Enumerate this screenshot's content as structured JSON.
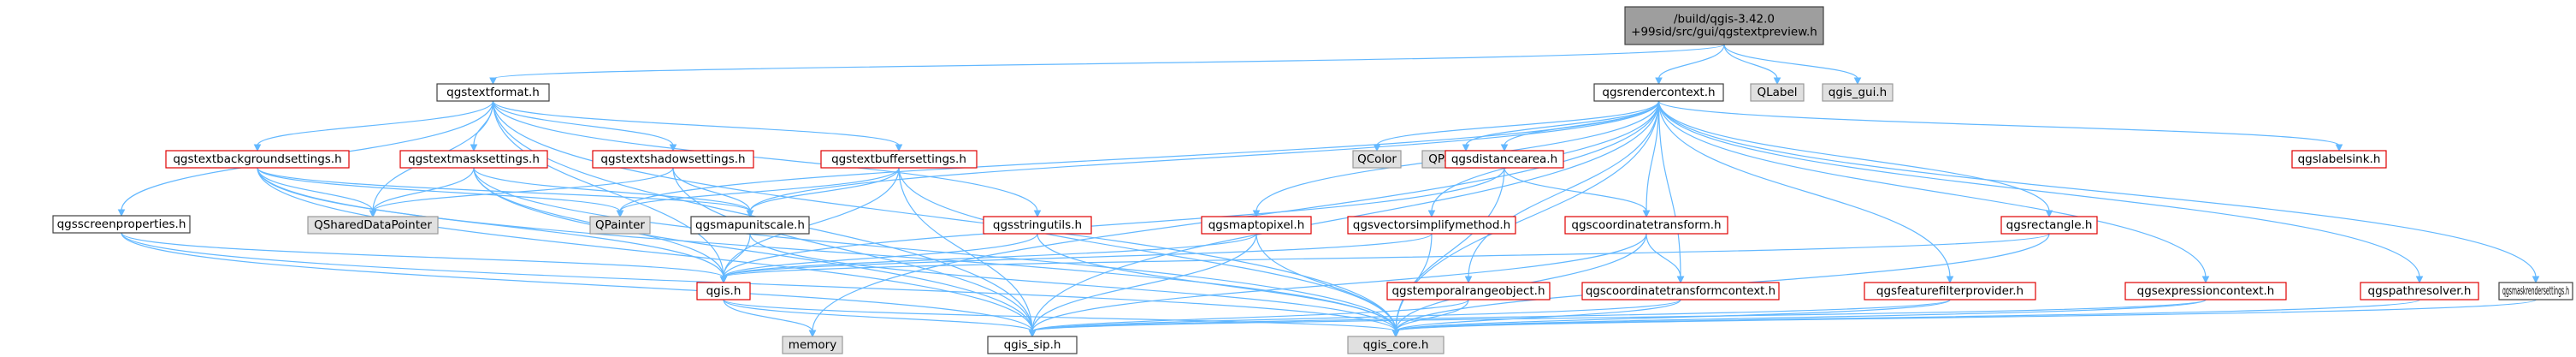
{
  "nodes": [
    {
      "id": "root",
      "style": "root",
      "lines": [
        "/build/qgis-3.42.0",
        "+99sid/src/gui/qgstextpreview.h"
      ]
    },
    {
      "id": "textformat",
      "style": "normal",
      "lines": [
        "qgstextformat.h"
      ]
    },
    {
      "id": "rendercontext",
      "style": "normal",
      "lines": [
        "qgsrendercontext.h"
      ]
    },
    {
      "id": "qlabel",
      "style": "grey",
      "lines": [
        "QLabel"
      ]
    },
    {
      "id": "qgisgui",
      "style": "grey",
      "lines": [
        "qgis_gui.h"
      ]
    },
    {
      "id": "bgsettings",
      "style": "red",
      "lines": [
        "qgstextbackgroundsettings.h"
      ]
    },
    {
      "id": "masksettings",
      "style": "red",
      "lines": [
        "qgstextmasksettings.h"
      ]
    },
    {
      "id": "shadowsettings",
      "style": "red",
      "lines": [
        "qgstextshadowsettings.h"
      ]
    },
    {
      "id": "buffersettings",
      "style": "red",
      "lines": [
        "qgstextbuffersettings.h"
      ]
    },
    {
      "id": "qcolor",
      "style": "grey",
      "lines": [
        "QColor"
      ]
    },
    {
      "id": "qpainterpath",
      "style": "grey",
      "lines": [
        "QPainterPath"
      ]
    },
    {
      "id": "distancearea",
      "style": "red",
      "lines": [
        "qgsdistancearea.h"
      ]
    },
    {
      "id": "labelsink",
      "style": "red",
      "lines": [
        "qgslabelsink.h"
      ]
    },
    {
      "id": "screenprops",
      "style": "normal",
      "lines": [
        "qgsscreenproperties.h"
      ]
    },
    {
      "id": "qshared",
      "style": "grey",
      "lines": [
        "QSharedDataPointer"
      ]
    },
    {
      "id": "qpainter",
      "style": "grey",
      "lines": [
        "QPainter"
      ]
    },
    {
      "id": "mapunitscale",
      "style": "normal",
      "lines": [
        "qgsmapunitscale.h"
      ]
    },
    {
      "id": "stringutils",
      "style": "red",
      "lines": [
        "qgsstringutils.h"
      ]
    },
    {
      "id": "maptopixel",
      "style": "red",
      "lines": [
        "qgsmaptopixel.h"
      ]
    },
    {
      "id": "vectorsimplify",
      "style": "red",
      "lines": [
        "qgsvectorsimplifymethod.h"
      ]
    },
    {
      "id": "coordtransform",
      "style": "red",
      "lines": [
        "qgscoordinatetransform.h"
      ]
    },
    {
      "id": "rectangle",
      "style": "red",
      "lines": [
        "qgsrectangle.h"
      ]
    },
    {
      "id": "qgish",
      "style": "red",
      "lines": [
        "qgis.h"
      ]
    },
    {
      "id": "temporalrange",
      "style": "red",
      "lines": [
        "qgstemporalrangeobject.h"
      ]
    },
    {
      "id": "coordtransformctx",
      "style": "red",
      "lines": [
        "qgscoordinatetransformcontext.h"
      ]
    },
    {
      "id": "featurefilter",
      "style": "red",
      "lines": [
        "qgsfeaturefilterprovider.h"
      ]
    },
    {
      "id": "exprcontext",
      "style": "red",
      "lines": [
        "qgsexpressioncontext.h"
      ]
    },
    {
      "id": "pathresolver",
      "style": "red",
      "lines": [
        "qgspathresolver.h"
      ]
    },
    {
      "id": "maskrender",
      "style": "normal",
      "lines": [
        "qgsmaskrendersettings.h"
      ]
    },
    {
      "id": "memory",
      "style": "grey",
      "lines": [
        "memory"
      ]
    },
    {
      "id": "qgissip",
      "style": "normal",
      "lines": [
        "qgis_sip.h"
      ]
    },
    {
      "id": "qgiscore",
      "style": "grey",
      "lines": [
        "qgis_core.h"
      ]
    }
  ],
  "edges": [
    [
      "root",
      "textformat"
    ],
    [
      "root",
      "rendercontext"
    ],
    [
      "root",
      "qlabel"
    ],
    [
      "root",
      "qgisgui"
    ],
    [
      "textformat",
      "bgsettings"
    ],
    [
      "textformat",
      "masksettings"
    ],
    [
      "textformat",
      "shadowsettings"
    ],
    [
      "textformat",
      "buffersettings"
    ],
    [
      "textformat",
      "screenprops"
    ],
    [
      "textformat",
      "qshared"
    ],
    [
      "textformat",
      "stringutils"
    ],
    [
      "textformat",
      "qgish"
    ],
    [
      "textformat",
      "qgissip"
    ],
    [
      "textformat",
      "qgiscore"
    ],
    [
      "bgsettings",
      "qshared"
    ],
    [
      "bgsettings",
      "qpainter"
    ],
    [
      "bgsettings",
      "mapunitscale"
    ],
    [
      "bgsettings",
      "qgish"
    ],
    [
      "bgsettings",
      "qgissip"
    ],
    [
      "bgsettings",
      "qgiscore"
    ],
    [
      "masksettings",
      "qshared"
    ],
    [
      "masksettings",
      "mapunitscale"
    ],
    [
      "masksettings",
      "qgish"
    ],
    [
      "masksettings",
      "qgissip"
    ],
    [
      "masksettings",
      "qgiscore"
    ],
    [
      "shadowsettings",
      "qshared"
    ],
    [
      "shadowsettings",
      "mapunitscale"
    ],
    [
      "shadowsettings",
      "qgissip"
    ],
    [
      "buffersettings",
      "qpainter"
    ],
    [
      "buffersettings",
      "mapunitscale"
    ],
    [
      "buffersettings",
      "qgish"
    ],
    [
      "buffersettings",
      "qgissip"
    ],
    [
      "buffersettings",
      "qgiscore"
    ],
    [
      "screenprops",
      "qgish"
    ],
    [
      "screenprops",
      "qgissip"
    ],
    [
      "screenprops",
      "qgiscore"
    ],
    [
      "mapunitscale",
      "qgish"
    ],
    [
      "mapunitscale",
      "qgiscore"
    ],
    [
      "stringutils",
      "qgish"
    ],
    [
      "stringutils",
      "qgiscore"
    ],
    [
      "rendercontext",
      "qcolor"
    ],
    [
      "rendercontext",
      "qpainterpath"
    ],
    [
      "rendercontext",
      "qpainter"
    ],
    [
      "rendercontext",
      "mapunitscale"
    ],
    [
      "rendercontext",
      "distancearea"
    ],
    [
      "rendercontext",
      "labelsink"
    ],
    [
      "rendercontext",
      "maptopixel"
    ],
    [
      "rendercontext",
      "vectorsimplify"
    ],
    [
      "rendercontext",
      "coordtransform"
    ],
    [
      "rendercontext",
      "rectangle"
    ],
    [
      "rendercontext",
      "temporalrange"
    ],
    [
      "rendercontext",
      "coordtransformctx"
    ],
    [
      "rendercontext",
      "featurefilter"
    ],
    [
      "rendercontext",
      "exprcontext"
    ],
    [
      "rendercontext",
      "pathresolver"
    ],
    [
      "rendercontext",
      "maskrender"
    ],
    [
      "rendercontext",
      "memory"
    ],
    [
      "rendercontext",
      "qgissip"
    ],
    [
      "rendercontext",
      "qgiscore"
    ],
    [
      "distancearea",
      "coordtransform"
    ],
    [
      "distancearea",
      "qgish"
    ],
    [
      "distancearea",
      "qgiscore"
    ],
    [
      "maptopixel",
      "qgish"
    ],
    [
      "maptopixel",
      "qgissip"
    ],
    [
      "maptopixel",
      "qgiscore"
    ],
    [
      "vectorsimplify",
      "qgish"
    ],
    [
      "vectorsimplify",
      "qgiscore"
    ],
    [
      "coordtransform",
      "coordtransformctx"
    ],
    [
      "coordtransform",
      "qgiscore"
    ],
    [
      "coordtransform",
      "qgissip"
    ],
    [
      "rectangle",
      "qgish"
    ],
    [
      "rectangle",
      "qgiscore"
    ],
    [
      "qgish",
      "memory"
    ],
    [
      "qgish",
      "qgissip"
    ],
    [
      "qgish",
      "qgiscore"
    ],
    [
      "temporalrange",
      "qgissip"
    ],
    [
      "temporalrange",
      "qgiscore"
    ],
    [
      "coordtransformctx",
      "qgissip"
    ],
    [
      "coordtransformctx",
      "qgiscore"
    ],
    [
      "featurefilter",
      "qgissip"
    ],
    [
      "featurefilter",
      "qgiscore"
    ],
    [
      "exprcontext",
      "qgissip"
    ],
    [
      "exprcontext",
      "qgiscore"
    ],
    [
      "pathresolver",
      "qgiscore"
    ],
    [
      "maskrender",
      "qgiscore"
    ]
  ],
  "colors": {
    "edge": "#63b8ff",
    "red_border": "#e00000",
    "root_fill": "#9e9e9e",
    "grey_fill": "#e0e0e0"
  }
}
